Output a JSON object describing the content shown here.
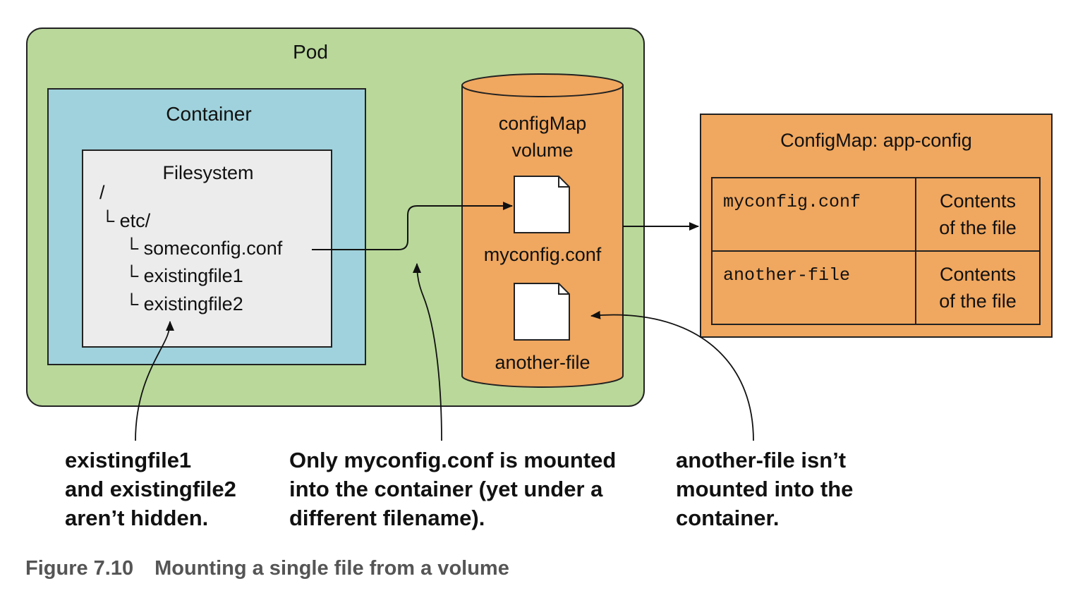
{
  "pod": {
    "label": "Pod"
  },
  "container": {
    "label": "Container"
  },
  "filesystem": {
    "label": "Filesystem",
    "root": "/",
    "etc": "└ etc/",
    "files": [
      "└ someconfig.conf",
      "└ existingfile1",
      "└ existingfile2"
    ]
  },
  "volume": {
    "label_line1": "configMap",
    "label_line2": "volume",
    "files": [
      "myconfig.conf",
      "another-file"
    ]
  },
  "configmap": {
    "title": "ConfigMap: app-config",
    "entries": [
      {
        "key": "myconfig.conf",
        "value_line1": "Contents",
        "value_line2": "of the file"
      },
      {
        "key": "another-file",
        "value_line1": "Contents",
        "value_line2": "of the file"
      }
    ]
  },
  "notes": {
    "left": [
      "existingfile1",
      "and existingfile2",
      "aren’t hidden."
    ],
    "middle": [
      "Only myconfig.conf is mounted",
      "into the container (yet under a",
      "different filename)."
    ],
    "right": [
      "another-file isn’t",
      "mounted into the",
      "container."
    ]
  },
  "caption": {
    "number": "Figure 7.10",
    "text": "Mounting a single file from a volume"
  },
  "colors": {
    "pod_fill": "#b9d89a",
    "container_fill": "#9fd2dc",
    "filesystem_fill": "#ececec",
    "orange_fill": "#f0a75f",
    "caption_gray": "#555555"
  }
}
